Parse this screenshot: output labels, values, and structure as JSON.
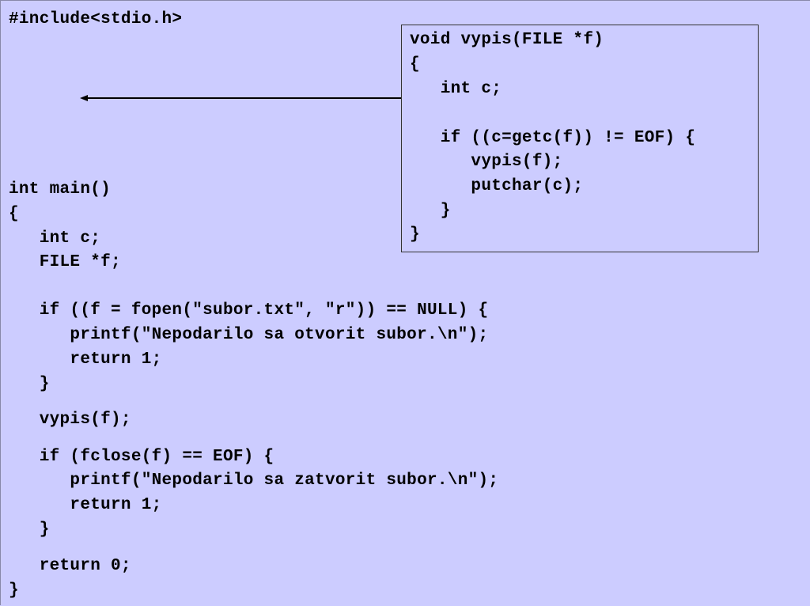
{
  "main_code": [
    "#include<stdio.h>",
    "int main()",
    "{",
    "   int c;",
    "   FILE *f;",
    "   if ((f = fopen(\"subor.txt\", \"r\")) == NULL) {",
    "      printf(\"Nepodarilo sa otvorit subor.\\n\");",
    "      return 1;",
    "   }",
    "   vypis(f);",
    "   if (fclose(f) == EOF) {",
    "      printf(\"Nepodarilo sa zatvorit subor.\\n\");",
    "      return 1;",
    "   }",
    "   return 0;",
    "}"
  ],
  "function_box": {
    "lines": [
      "void vypis(FILE *f)",
      "{",
      "   int c;",
      "",
      "   if ((c=getc(f)) != EOF) {",
      "      vypis(f);",
      "      putchar(c);",
      "   }",
      "}"
    ]
  },
  "colors": {
    "background": "#ccccff",
    "text": "#000000",
    "box_border": "#333333",
    "arrow": "#000000"
  }
}
